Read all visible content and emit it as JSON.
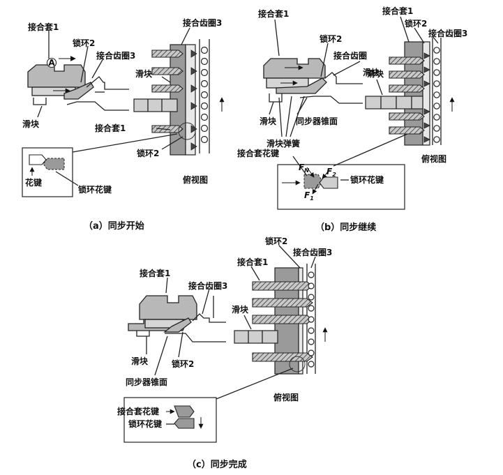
{
  "panel_a": {
    "caption": "（a）同步开始",
    "labels": {
      "sleeve": "接合套1",
      "ring": "锁环2",
      "gear": "接合齿圈3",
      "slider": "滑块",
      "gear_top": "接合齿圈3",
      "slider_top": "滑块",
      "sleeve_top": "接合套1",
      "ring_top": "锁环2",
      "spline": "花键",
      "ring_spline": "锁环花键",
      "topview": "俯视图",
      "marker": "A"
    }
  },
  "panel_b": {
    "caption": "（b）同步继续",
    "labels": {
      "sleeve": "接合套1",
      "ring": "锁环2",
      "gear": "接合齿圈",
      "slider": "滑块",
      "cone": "同步器锥面",
      "spring": "滑块弹簧",
      "sleeve_top": "接合套1",
      "ring_top": "锁环2",
      "gear_top": "接合齿圈3",
      "slider_top": "滑块",
      "sleeve_spline": "接合套花键",
      "ring_spline": "锁环花键",
      "fn": "F",
      "fn_sub": "N",
      "f2": "F",
      "f2_sub": "2",
      "f1": "F",
      "f1_sub": "1",
      "topview": "俯视图"
    }
  },
  "panel_c": {
    "caption": "（c）同步完成",
    "labels": {
      "sleeve": "接合套1",
      "gear": "接合齿圈3",
      "slider": "滑块",
      "ring": "锁环2",
      "cone": "同步器锥面",
      "ring_top": "锁环2",
      "gear_top": "接合齿圈3",
      "sleeve_top": "接合套1",
      "slider_top": "滑块",
      "sleeve_spline": "接合套花键",
      "ring_spline": "锁环花键",
      "topview": "俯视图"
    }
  }
}
